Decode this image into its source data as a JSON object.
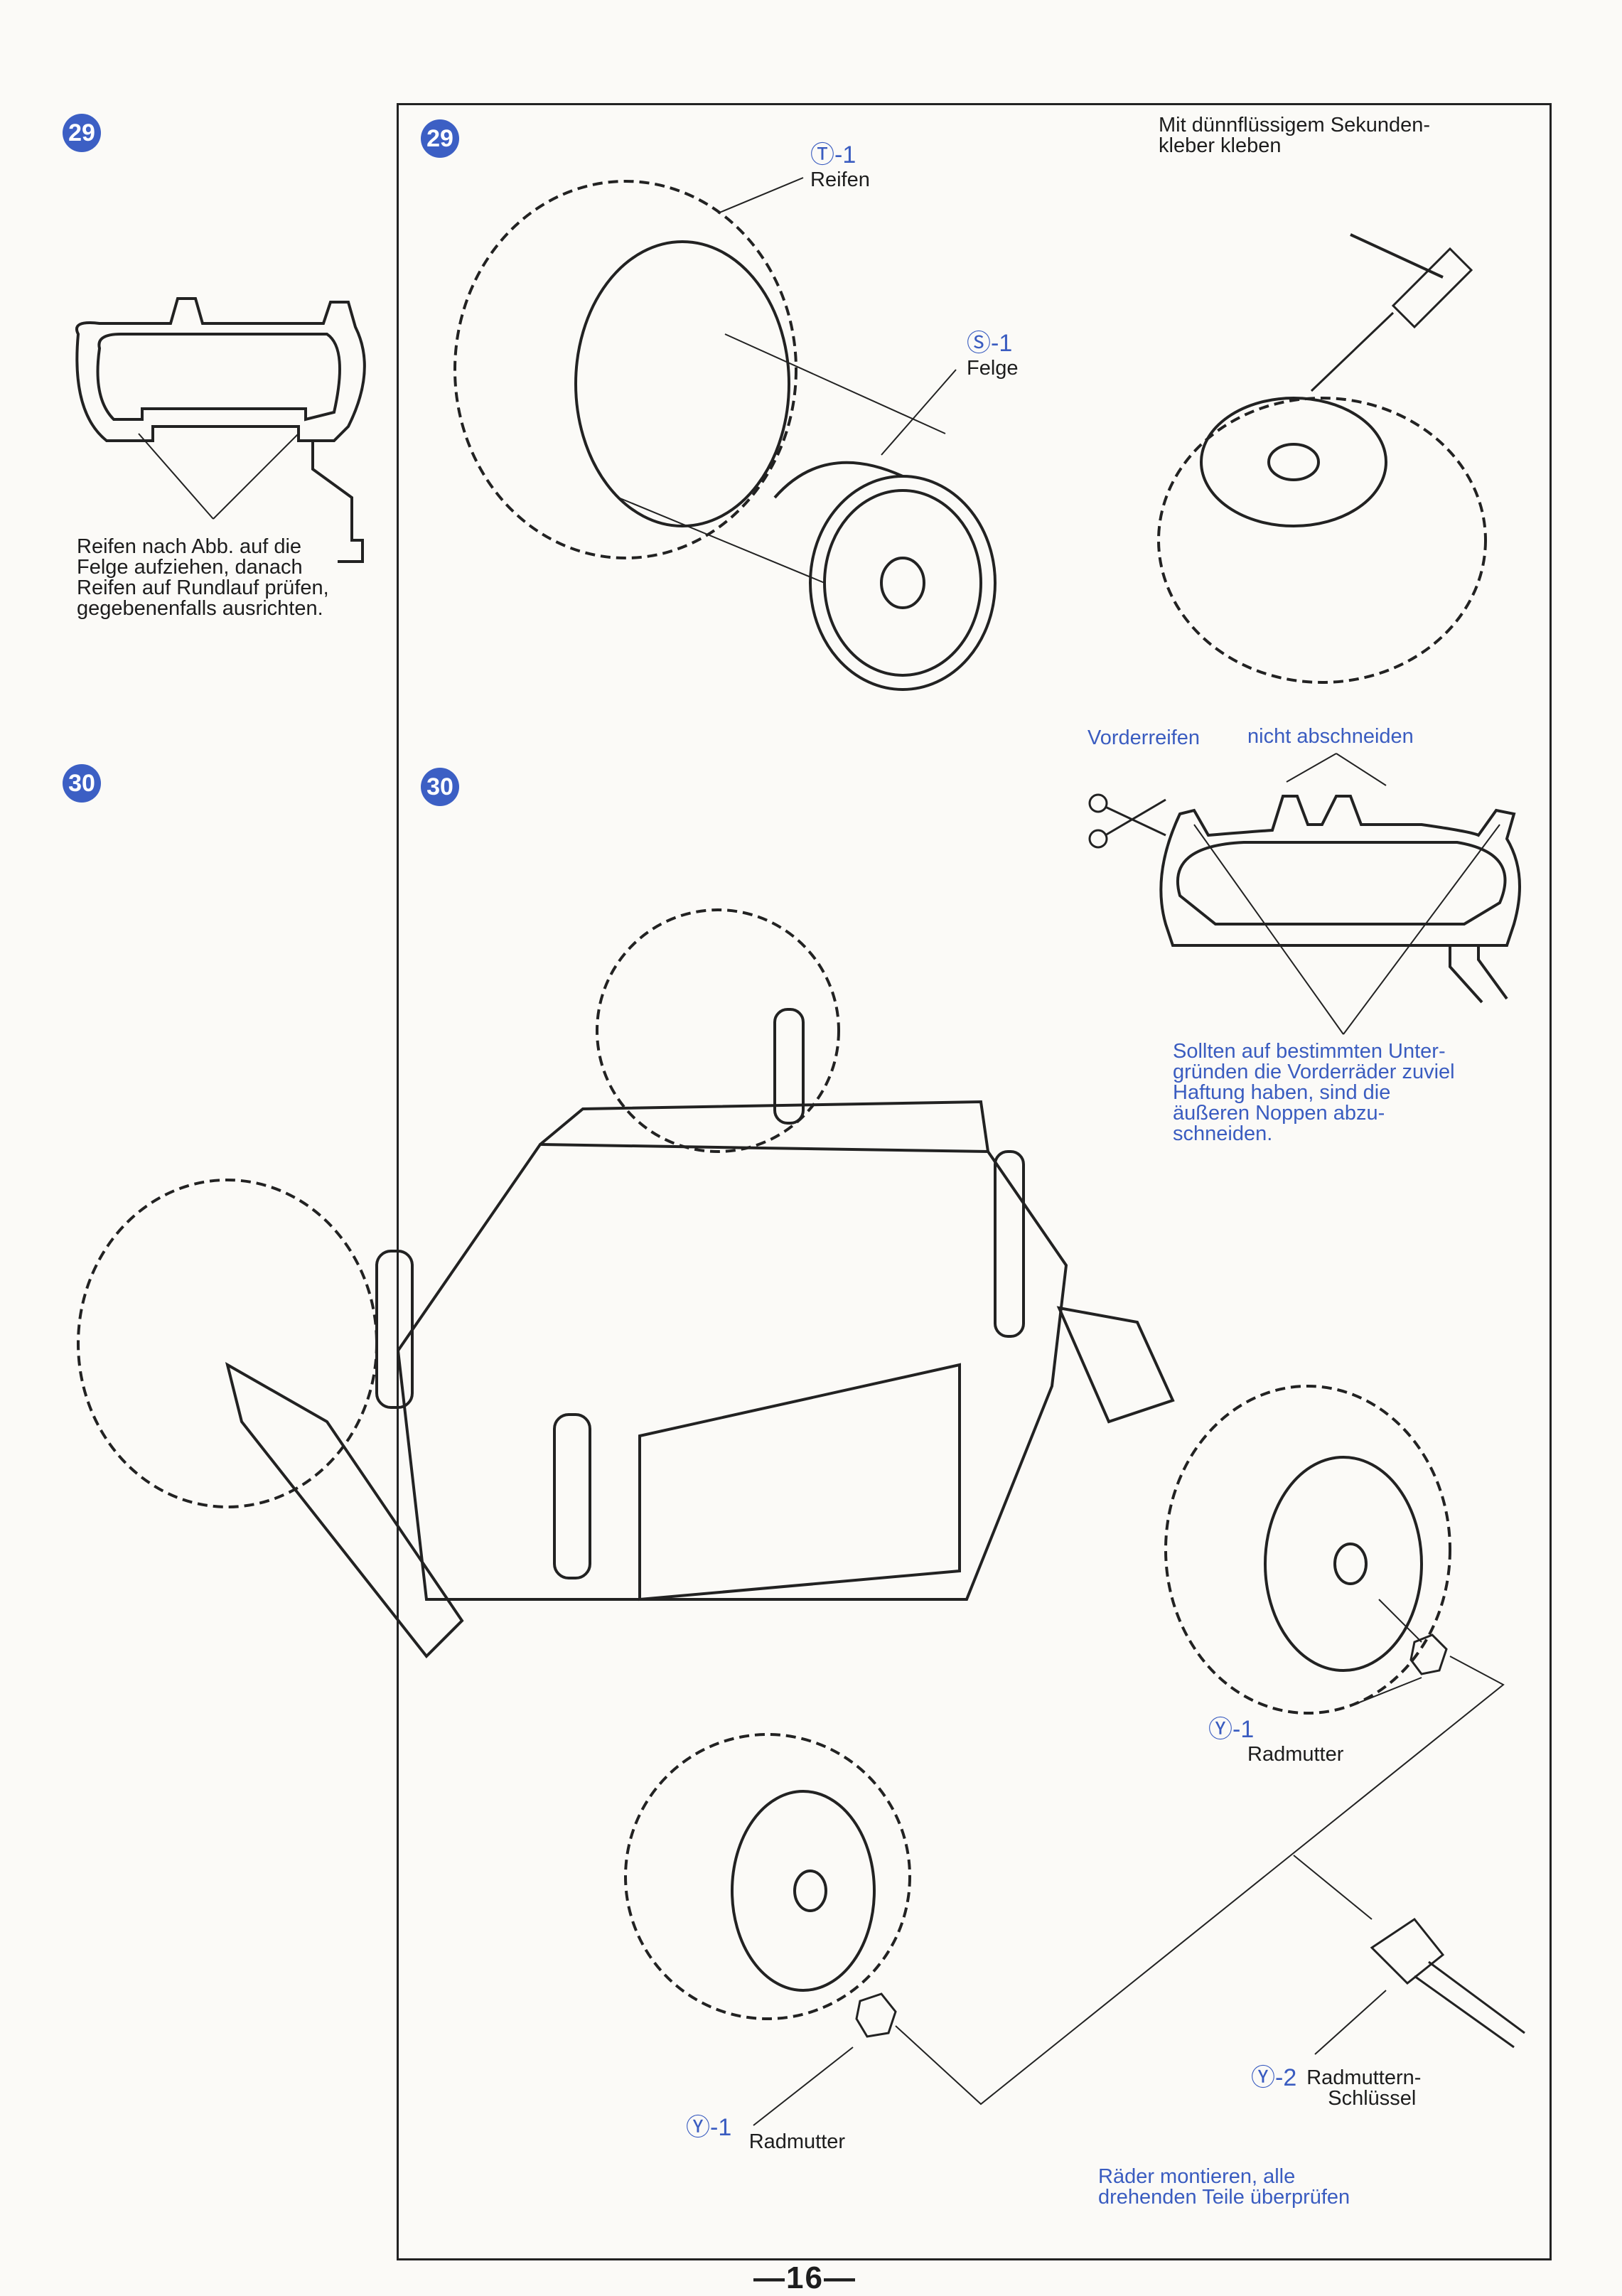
{
  "steps": {
    "step29": "29",
    "step30": "30"
  },
  "step29": {
    "side_note": [
      "Reifen nach Abb. auf die",
      "Felge aufziehen, danach",
      "Reifen auf Rundlauf prüfen,",
      "gegebenenfalls ausrichten."
    ],
    "tire_code": "Ⓣ-1",
    "tire_label": "Reifen",
    "rim_code": "Ⓢ-1",
    "rim_label": "Felge",
    "glue_note": [
      "Mit dünnflüssigem Sekunden-",
      "kleber kleben"
    ]
  },
  "step30": {
    "front_tire_label": "Vorderreifen",
    "do_not_cut_label": "nicht abschneiden",
    "trim_note": [
      "Sollten auf bestimmten Unter-",
      "gründen die Vorderräder zuviel",
      "Haftung haben, sind die",
      "äußeren Noppen abzu-",
      "schneiden."
    ],
    "nut_code": "Ⓨ-1",
    "nut_label": "Radmutter",
    "wrench_code": "Ⓨ-2",
    "wrench_label": [
      "Radmuttern-",
      "Schlüssel"
    ],
    "mount_note": [
      "Räder montieren, alle",
      "drehenden Teile überprüfen"
    ]
  },
  "page_number": "—16—",
  "colors": {
    "accent": "#3a5cc0",
    "ink": "#1d1d1d",
    "paper": "#fbfaf7"
  }
}
